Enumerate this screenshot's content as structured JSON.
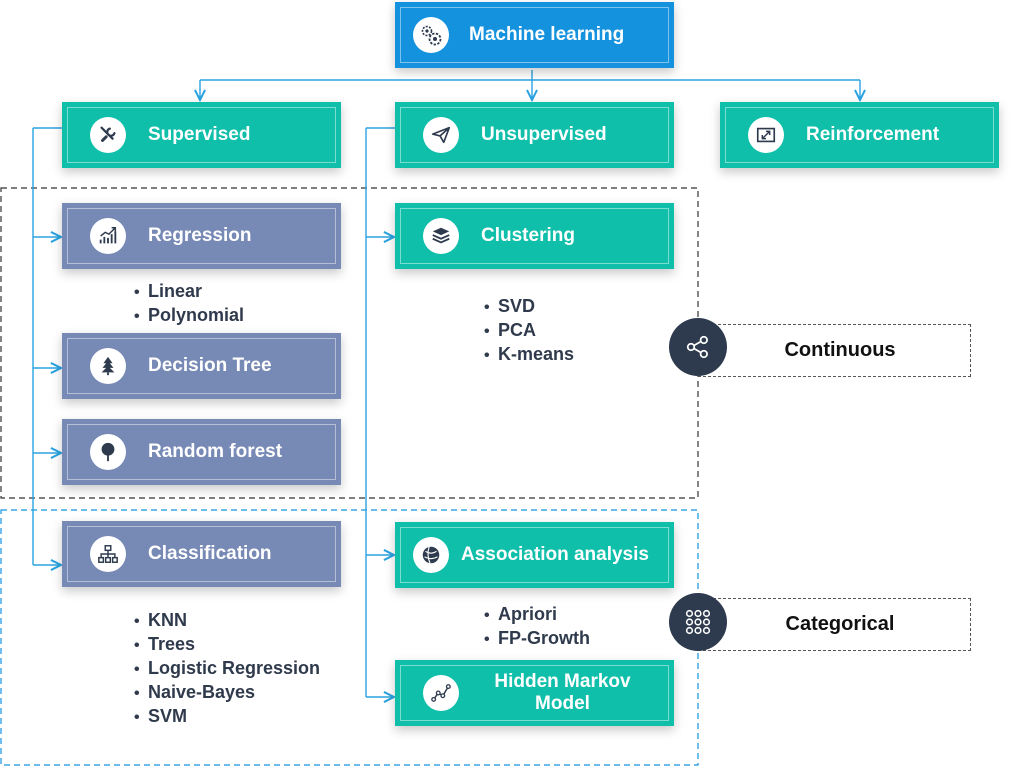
{
  "root": {
    "label": "Machine learning",
    "icon": "gears-icon"
  },
  "categories": {
    "supervised": {
      "label": "Supervised",
      "icon": "wrench-icon"
    },
    "unsupervised": {
      "label": "Unsupervised",
      "icon": "paper-plane-icon"
    },
    "reinforcement": {
      "label": "Reinforcement",
      "icon": "arrows-in-box-icon"
    }
  },
  "supervised": {
    "regression": {
      "label": "Regression",
      "icon": "growth-chart-icon",
      "items": [
        "Linear",
        "Polynomial"
      ]
    },
    "decision_tree": {
      "label": "Decision Tree",
      "icon": "pine-tree-icon"
    },
    "random_forest": {
      "label": "Random forest",
      "icon": "round-tree-icon"
    },
    "classification": {
      "label": "Classification",
      "icon": "hierarchy-icon",
      "items": [
        "KNN",
        "Trees",
        "Logistic Regression",
        "Naive-Bayes",
        "SVM"
      ]
    }
  },
  "unsupervised": {
    "clustering": {
      "label": "Clustering",
      "icon": "layers-icon",
      "items": [
        "SVD",
        "PCA",
        "K-means"
      ]
    },
    "association": {
      "label": "Association analysis",
      "icon": "globe-icon",
      "items": [
        "Apriori",
        "FP-Growth"
      ]
    },
    "hmm": {
      "label_line1": "Hidden Markov",
      "label_line2": "Model",
      "icon": "line-graph-icon"
    }
  },
  "groups": {
    "continuous": {
      "label": "Continuous",
      "icon": "share-icon",
      "border_color": "#333333"
    },
    "categorical": {
      "label": "Categorical",
      "icon": "dot-grid-icon",
      "border_color": "#1592de"
    }
  },
  "colors": {
    "teal": "#0fbfaa",
    "blue": "#1592de",
    "slate": "#7789b5",
    "dark": "#2e3b4e",
    "text": "#2f3a4c"
  }
}
